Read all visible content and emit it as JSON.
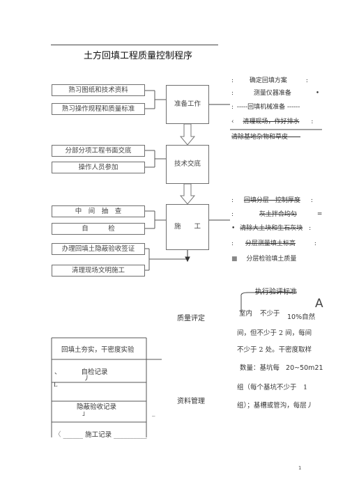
{
  "title": "土方回填工程质量控制程序",
  "left_boxes": {
    "b1": "熟习图纸和技术资料",
    "b2": "熟习操作规程和质量标准",
    "b3": "分部分项工程书面交底",
    "b4": "操作人员参加",
    "b5": "中　间　抽　查",
    "b6": "自　　　检",
    "b7": "办理回填土隐蔽验收签证",
    "b8": "清理现场文明施工"
  },
  "center_boxes": {
    "prep": "准备工作",
    "tech": "技术交底",
    "construct": "施　　工"
  },
  "center_labels": {
    "quality": "质量评定",
    "data_mgmt": "资料管理"
  },
  "right_notes_top": [
    {
      "prefix": ":",
      "text": "确定回填方案",
      "suffix": ":"
    },
    {
      "prefix": ":",
      "text": "测量仪器准备",
      "suffix": "•"
    },
    {
      "prefix": ":",
      "text": "-----回填机械准备 ------",
      "suffix": ""
    },
    {
      "prefix": "‹",
      "text": "清理现场，作好排水",
      "suffix": ":"
    },
    {
      "prefix": "",
      "text": "清除基地杂物和草皮——",
      "suffix": ""
    }
  ],
  "right_notes_mid": [
    {
      "prefix": ":",
      "text": "回填分层　控制厚度",
      "suffix": ":"
    },
    {
      "prefix": ":",
      "text": "灰土拌合均匀",
      "suffix": "="
    },
    {
      "prefix": "•",
      "text": "清除大土块和生石灰块",
      "suffix": ":"
    },
    {
      "prefix": ":",
      "text": "分层测量填土标高",
      "suffix": ":"
    },
    {
      "prefix": "■",
      "text": "分层检验填土质量",
      "suffix": ""
    }
  ],
  "right_heading": "执行验评标准",
  "right_mark": "A",
  "right_body": {
    "line1a": "室内",
    "line1b": "不少于",
    "line1c": "10%自然",
    "line2": "间，但不少于 2 间，每间",
    "line3": "不少于 2 处。干密度取样",
    "line4a": "数量：基坑每",
    "line4b": "20~50m21",
    "line5": "组（每个基坑不少于　1",
    "line6": "组）；基槽或管沟，每层丿"
  },
  "records": {
    "r1": "回填土夯实，干密度实验",
    "r2_prefix": "、",
    "r2": "自检记录",
    "r2_sub": "丿",
    "r3_side": "L",
    "r4": "隐蔽验收记录",
    "r4_sub": "」",
    "r5_prefix": "〈",
    "r5": "______ 施工记录 __________",
    "side_mark": "_"
  },
  "page_number": "1"
}
